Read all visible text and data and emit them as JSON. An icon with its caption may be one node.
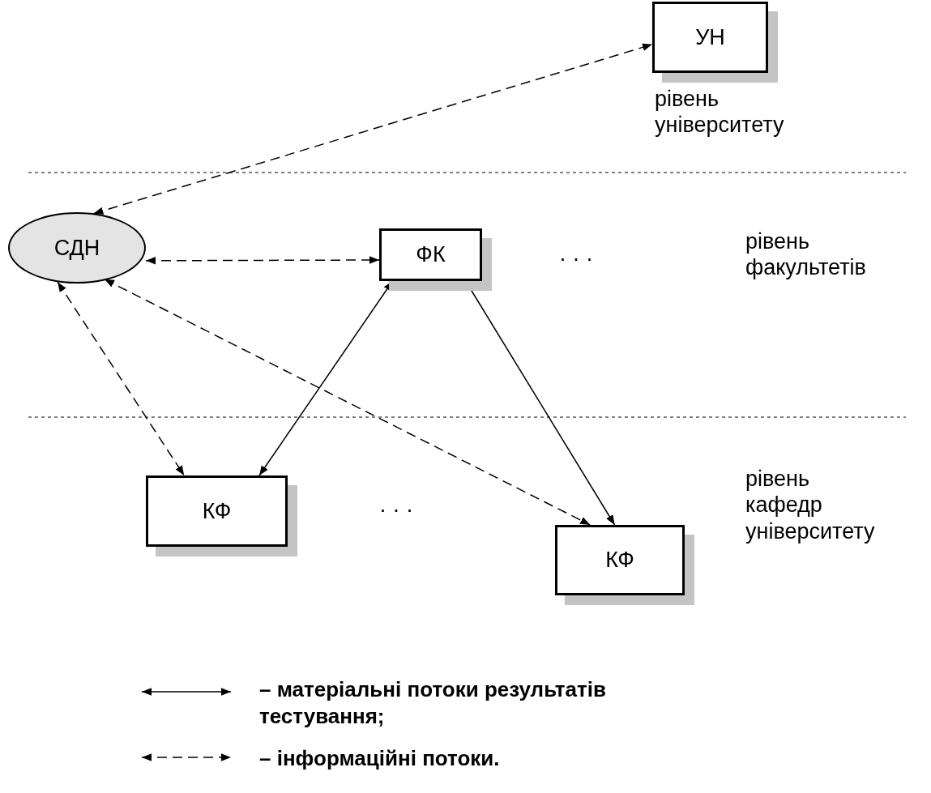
{
  "diagram": {
    "nodes": [
      {
        "text": [
          "УН"
        ]
      },
      {
        "text": [
          "СДН"
        ]
      },
      {
        "text": [
          "ФК"
        ]
      },
      {
        "text": [
          "КФ"
        ]
      },
      {
        "text": [
          "КФ"
        ]
      }
    ],
    "edges": [
      {
        "from": 1,
        "to": 0,
        "arrow": "both",
        "style": "dashed"
      },
      {
        "from": 1,
        "to": 2,
        "arrow": "both",
        "style": "dashed"
      },
      {
        "from": 1,
        "to": 3,
        "arrow": "both",
        "style": "dashed"
      },
      {
        "from": 1,
        "to": 4,
        "arrow": "both",
        "style": "dashed"
      },
      {
        "from": 2,
        "to": 3,
        "arrow": "both"
      },
      {
        "from": 2,
        "to": 4,
        "arrow": "both"
      }
    ],
    "labels": [
      "рівень університету",
      "рівень факультетів",
      "· · ·",
      "рівень кафедр університету",
      "· · ·"
    ],
    "legend": [
      {
        "text": "– матеріальні потоки результатів тестування;"
      },
      {
        "text": "– інформаційні потоки."
      }
    ]
  }
}
